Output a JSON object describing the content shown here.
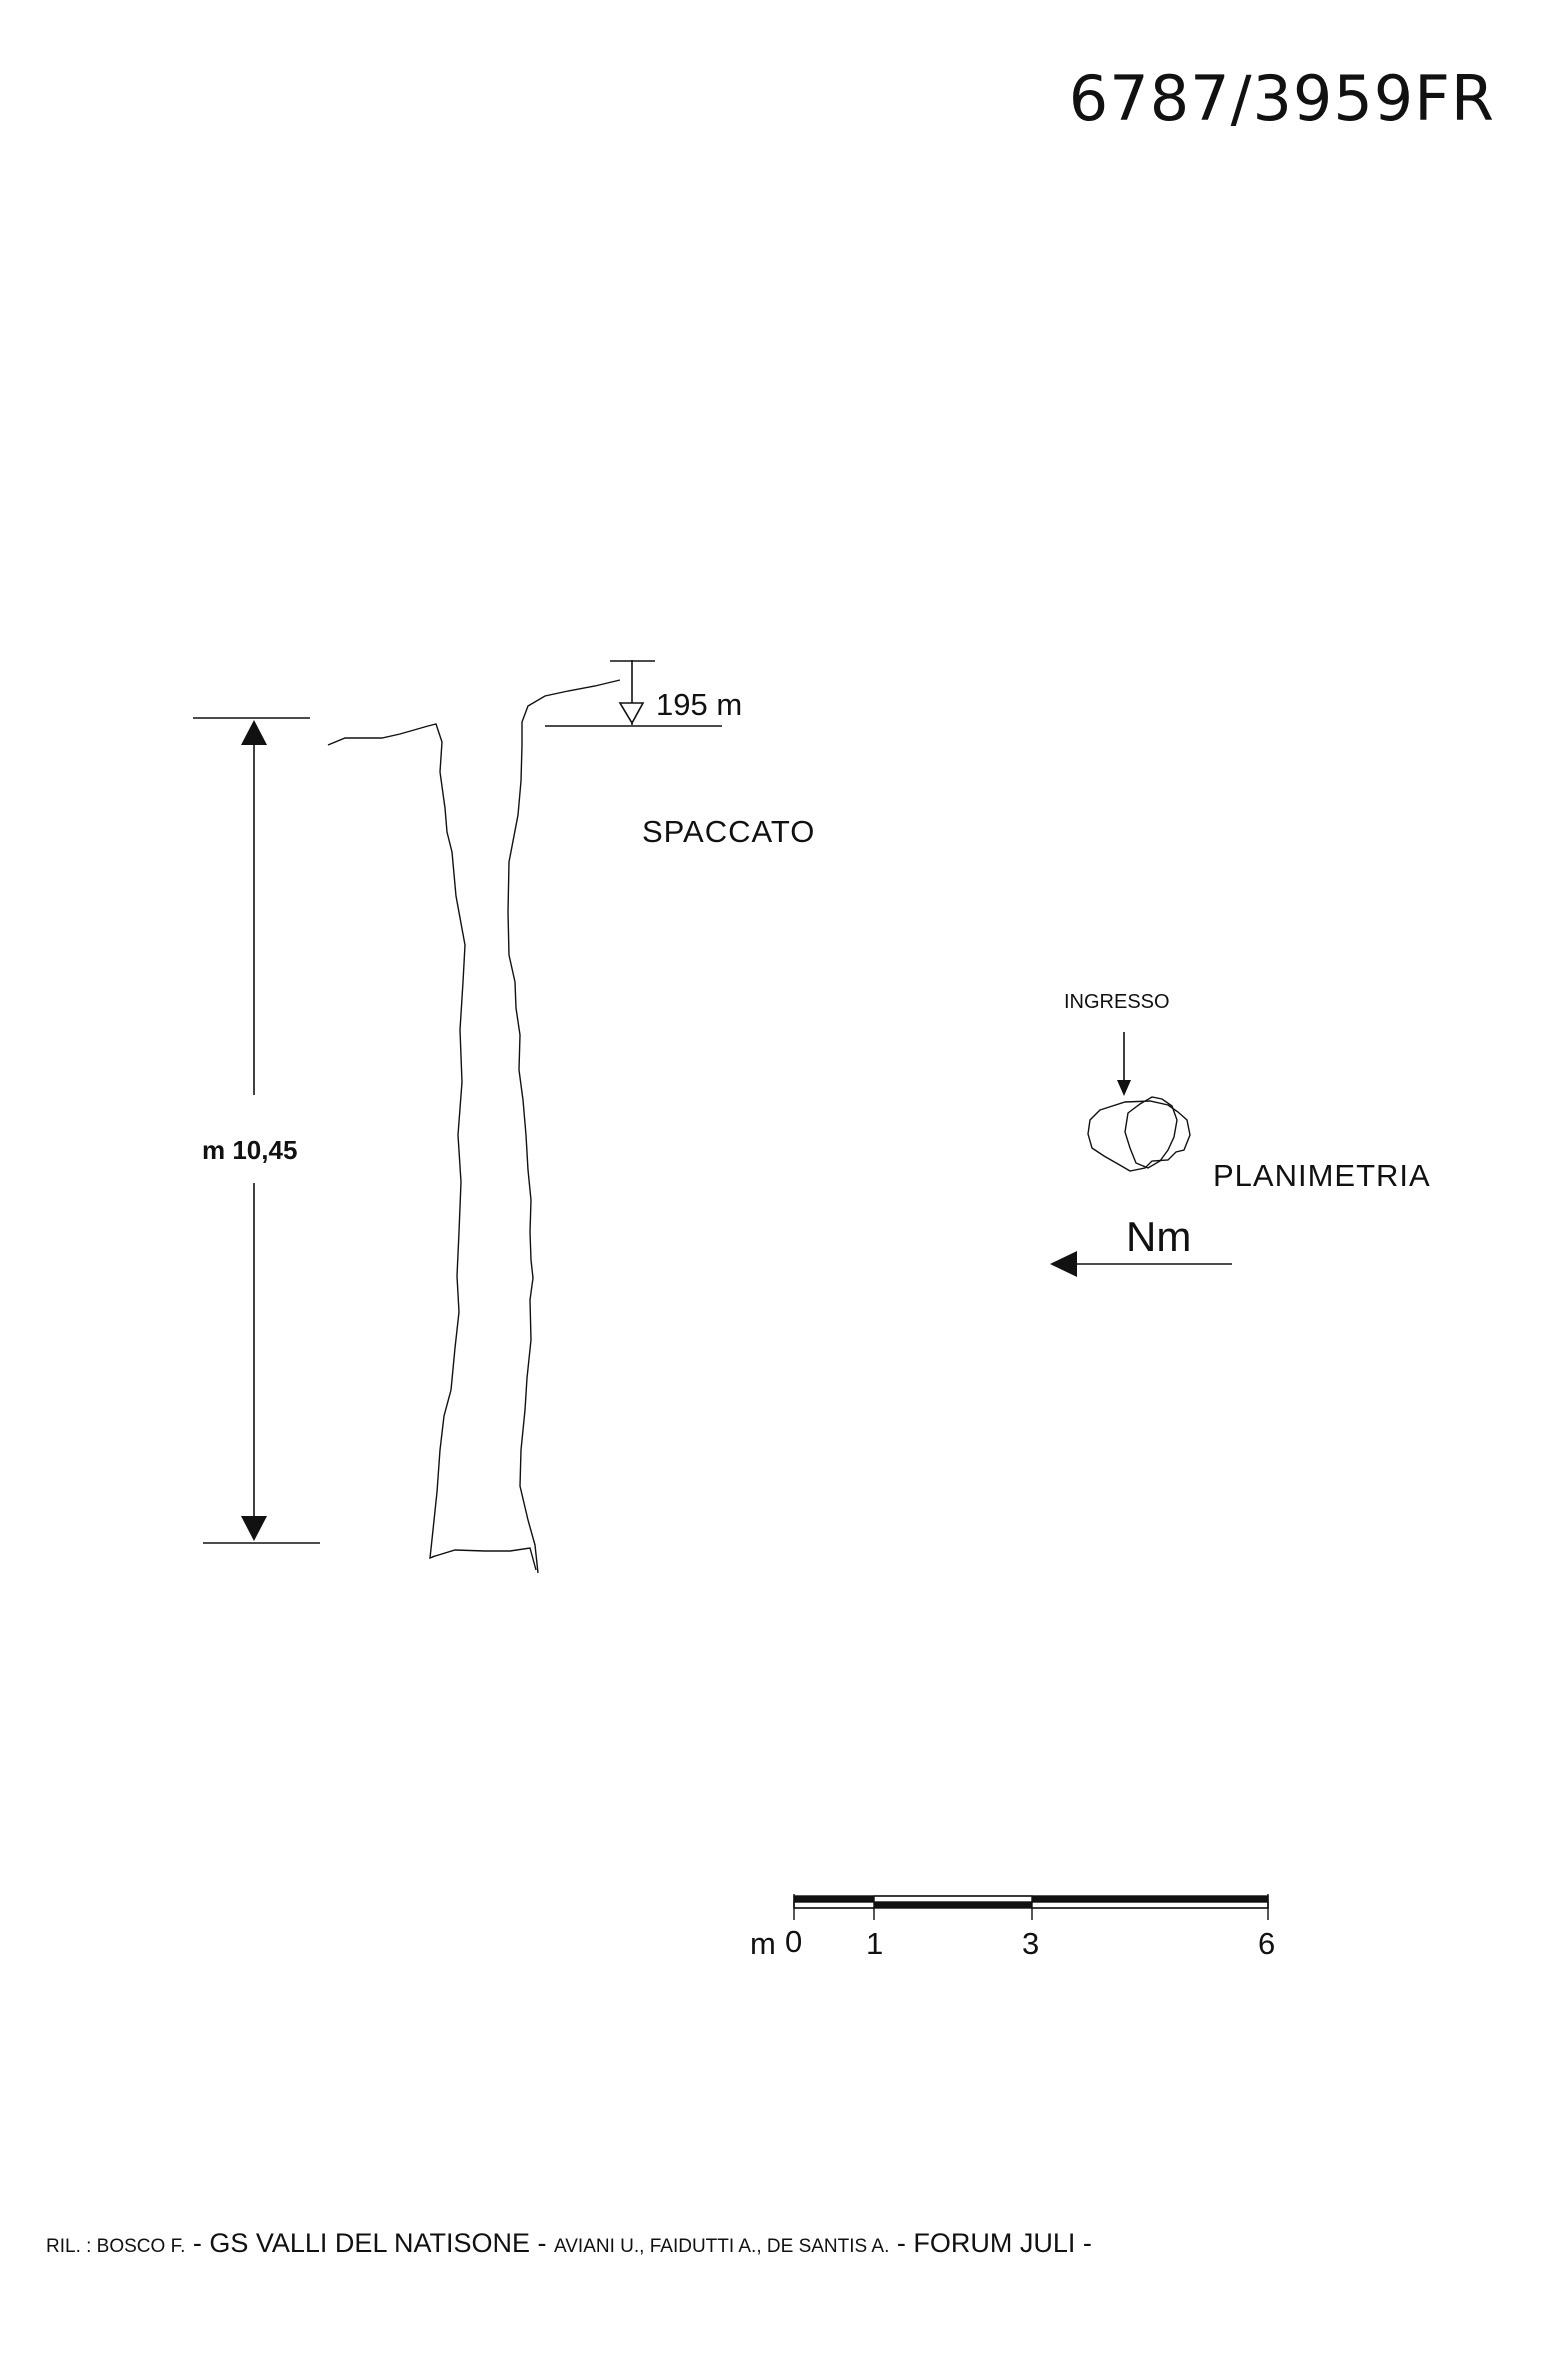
{
  "header": {
    "cave_id": "6787/3959FR"
  },
  "section": {
    "title": "SPACCATO",
    "elevation": "195 m",
    "depth": "m 10,45"
  },
  "plan": {
    "title": "PLANIMETRIA",
    "entrance": "INGRESSO",
    "north": "Nm"
  },
  "scale_bar": {
    "unit": "m",
    "ticks": [
      "0",
      "1",
      "3",
      "6"
    ]
  },
  "credits": {
    "surveyors_label": "RIL. : BOSCO F.",
    "sep1": " - ",
    "group1": "GS VALLI DEL NATISONE",
    "sep2": " - ",
    "members": "AVIANI U., FAIDUTTI A., DE SANTIS A.",
    "sep3": " - ",
    "group2": "FORUM JULI",
    "tail": " -"
  },
  "colors": {
    "ink": "#111111",
    "background": "#ffffff"
  }
}
